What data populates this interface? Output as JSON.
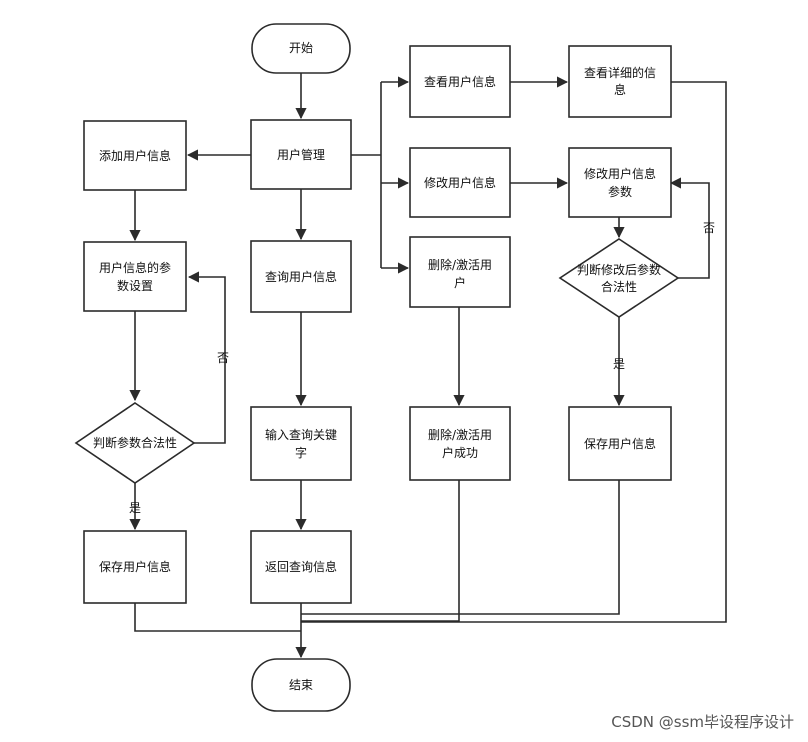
{
  "nodes": {
    "start": "开始",
    "user_mgmt": "用户管理",
    "add_user": "添加用户信息",
    "set_params": [
      "用户信息的参",
      "数设置"
    ],
    "judge_left": "判断参数合法性",
    "save_left": "保存用户信息",
    "query": "查询用户信息",
    "input_kw": [
      "输入查询关键",
      "字"
    ],
    "return_q": "返回查询信息",
    "view": "查看用户信息",
    "view_detail": [
      "查看详细的信",
      "息"
    ],
    "modify": "修改用户信息",
    "modify_params": [
      "修改用户信息",
      "参数"
    ],
    "judge_right": [
      "判断修改后参数",
      "合法性"
    ],
    "save_right": "保存用户信息",
    "delete": [
      "删除/激活用",
      "户"
    ],
    "delete_ok": [
      "删除/激活用",
      "户成功"
    ],
    "end": "结束"
  },
  "labels": {
    "no": "否",
    "yes": "是"
  },
  "watermark": "CSDN @ssm毕设程序设计"
}
